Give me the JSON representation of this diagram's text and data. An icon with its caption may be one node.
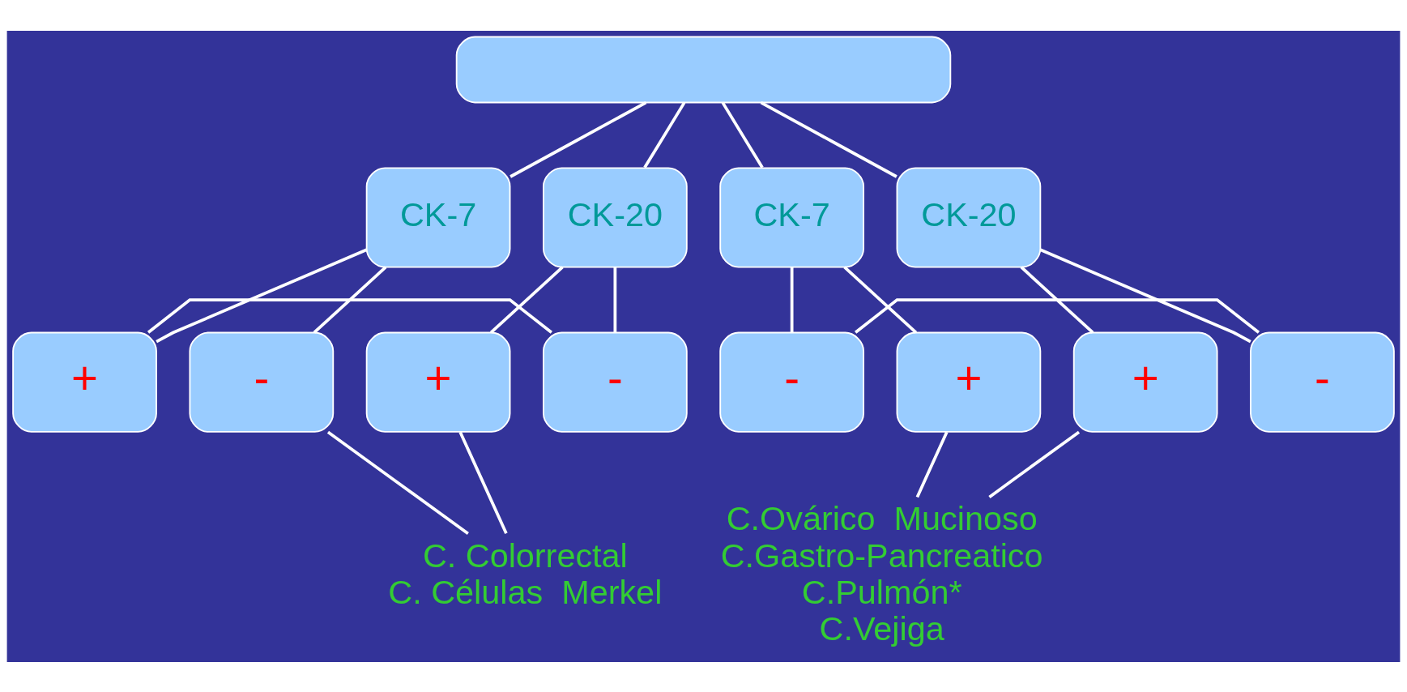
{
  "diagram": {
    "nodes": [
      {
        "text": [],
        "shape": "box"
      },
      {
        "text": [
          "CK-7"
        ]
      },
      {
        "text": [
          "CK-20"
        ]
      },
      {
        "text": [
          "CK-7"
        ]
      },
      {
        "text": [
          "CK-20"
        ]
      },
      {
        "text": [
          "+"
        ]
      },
      {
        "text": [
          "-"
        ]
      },
      {
        "text": [
          "+"
        ]
      },
      {
        "text": [
          "-"
        ]
      },
      {
        "text": [
          "-"
        ]
      },
      {
        "text": [
          "+"
        ]
      },
      {
        "text": [
          "+"
        ]
      },
      {
        "text": [
          "-"
        ]
      },
      {
        "text": [
          "C. Colorrectal",
          "C. Células  Merkel"
        ]
      },
      {
        "text": [
          "C.Ovárico  Mucinoso",
          "C.Gastro-Pancreatico",
          "C.Pulmón*",
          "C.Vejiga"
        ]
      }
    ],
    "edges": [
      {
        "from": 0,
        "to": 1,
        "arrow": "none"
      },
      {
        "from": 0,
        "to": 2,
        "arrow": "none"
      },
      {
        "from": 0,
        "to": 3,
        "arrow": "none"
      },
      {
        "from": 0,
        "to": 4,
        "arrow": "none"
      },
      {
        "from": 1,
        "to": 5,
        "arrow": "none"
      },
      {
        "from": 1,
        "to": 6,
        "arrow": "none"
      },
      {
        "from": 2,
        "to": 7,
        "arrow": "none"
      },
      {
        "from": 2,
        "to": 8,
        "arrow": "none"
      },
      {
        "from": 3,
        "to": 9,
        "arrow": "none"
      },
      {
        "from": 3,
        "to": 10,
        "arrow": "none"
      },
      {
        "from": 4,
        "to": 11,
        "arrow": "none"
      },
      {
        "from": 4,
        "to": 12,
        "arrow": "none"
      },
      {
        "from": 5,
        "to": 8,
        "arrow": "none"
      },
      {
        "from": 6,
        "to": 13,
        "arrow": "none"
      },
      {
        "from": 7,
        "to": 13,
        "arrow": "none"
      },
      {
        "from": 9,
        "to": 12,
        "arrow": "none"
      },
      {
        "from": 10,
        "to": 14,
        "arrow": "none"
      },
      {
        "from": 11,
        "to": 14,
        "arrow": "none"
      }
    ]
  }
}
